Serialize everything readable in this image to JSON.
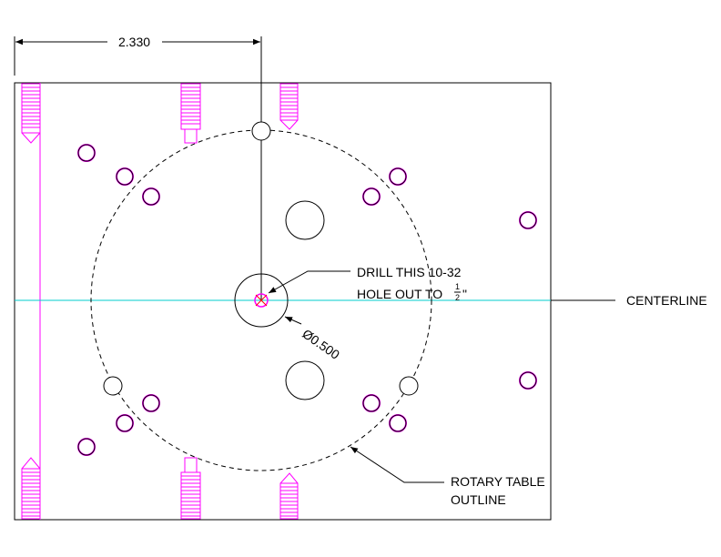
{
  "dimension": {
    "value": "2.330"
  },
  "callouts": {
    "drill_line1": "DRILL THIS 10-32",
    "drill_line2": "HOLE OUT TO",
    "fraction_num": "1",
    "fraction_den": "2",
    "inch_mark": "\"",
    "diameter": "Ø0.500",
    "centerline": "CENTERLINE",
    "rotary_line1": "ROTARY TABLE",
    "rotary_line2": "OUTLINE"
  },
  "colors": {
    "outline": "#000000",
    "thread": "#ff00ff",
    "centerline": "#00cccc",
    "background": "#ffffff"
  }
}
